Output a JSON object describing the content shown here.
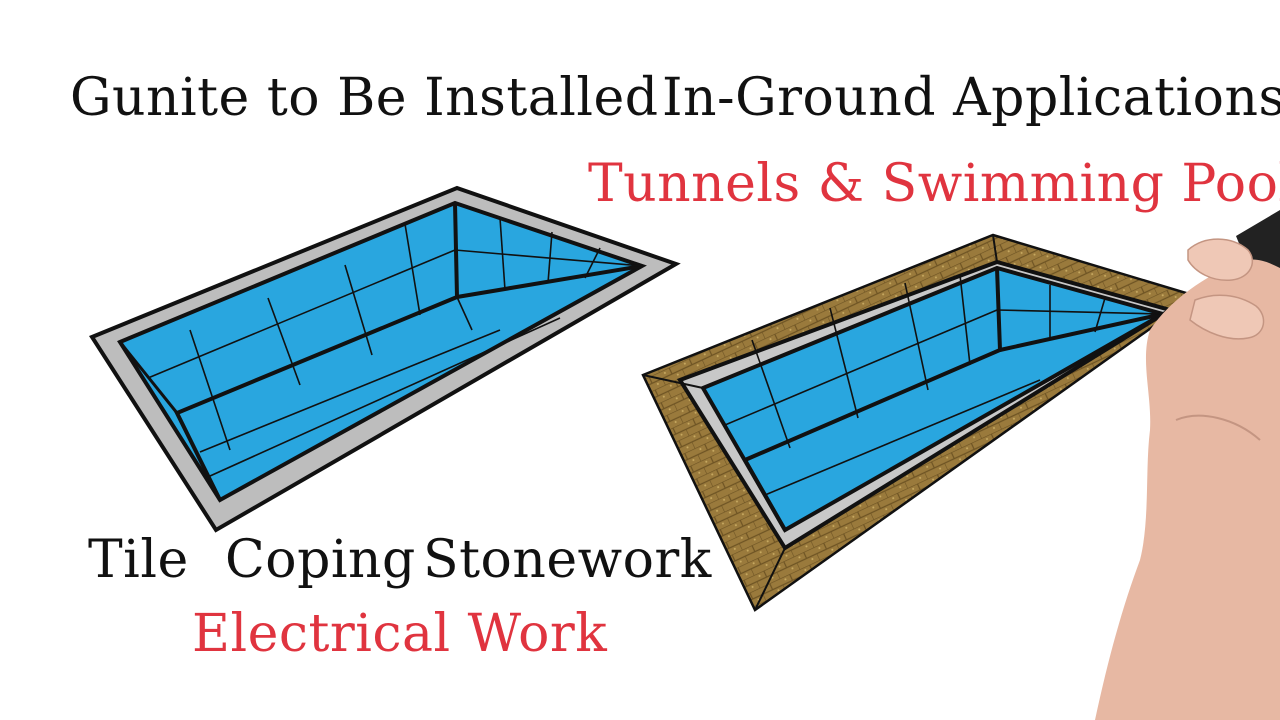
{
  "headings": {
    "left": "Gunite to Be Installed",
    "right": "In-Ground Applications"
  },
  "subheadings": {
    "right": "Tunnels & Swimming Pools",
    "left": "Electrical Work"
  },
  "services": [
    "Tile",
    "Coping",
    "Stonework"
  ],
  "colors": {
    "text": "#111111",
    "accent": "#e0343f",
    "water": "#29a6df",
    "coping": "#c8c8c8",
    "stone": "#9a7a3c"
  },
  "icons": [
    "pool-icon",
    "stone-pool-icon",
    "hand-with-marker"
  ]
}
